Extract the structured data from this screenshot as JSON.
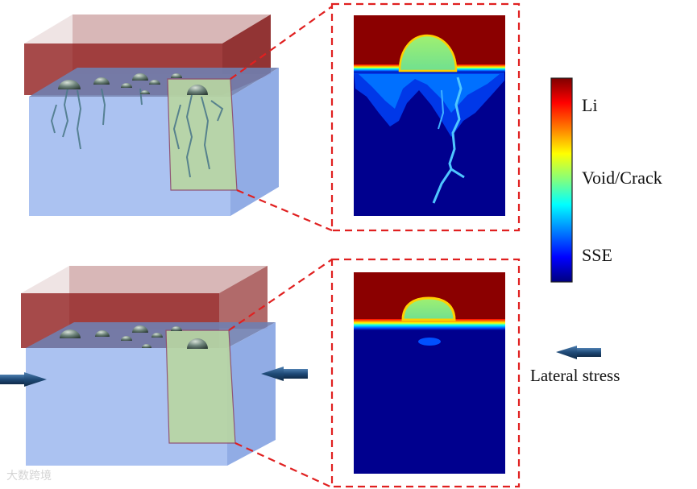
{
  "colorbar": {
    "labels": {
      "top": "Li",
      "middle": "Void/Crack",
      "bottom": "SSE"
    },
    "colors": [
      "#7f0000",
      "#ff0000",
      "#ff8000",
      "#ffff00",
      "#80ff80",
      "#00ffff",
      "#0080ff",
      "#0000ff",
      "#00007f"
    ]
  },
  "legend": {
    "arrow_label": "Lateral stress"
  },
  "colors": {
    "li": "#8b0000",
    "sse": "#00008e",
    "void": "#7fe07f",
    "box_blue": "#9fb8ea",
    "box_red": "#9a3a3a",
    "highlight_green": "#b6d7a0",
    "dashed_red": "#e02020",
    "arrow": "#1e4c78"
  },
  "watermark": "大数跨境",
  "panels": [
    {
      "id": "top",
      "state": "cracked"
    },
    {
      "id": "bottom",
      "state": "lateral-stress"
    }
  ]
}
